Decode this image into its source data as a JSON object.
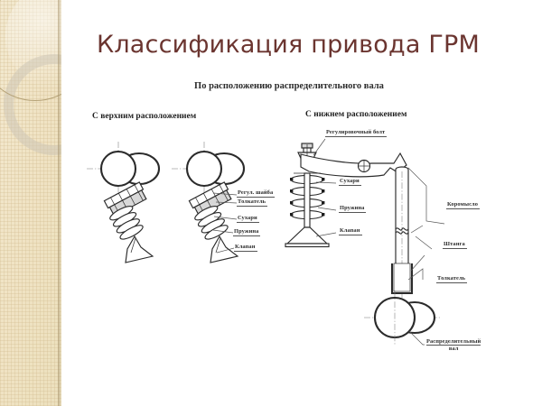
{
  "slide": {
    "title": "Классификация привода ГРМ",
    "subtitle": "По расположению распределительного вала",
    "background_color": "#ffffff",
    "title_color": "#6b3530",
    "sidebar_color": "#f0e3c4"
  },
  "sections": {
    "left": {
      "heading": "С верхним расположением",
      "labels": [
        {
          "text": "Регул. шайба"
        },
        {
          "text": "Толкатель"
        },
        {
          "text": "Сухари"
        },
        {
          "text": "Пружина"
        },
        {
          "text": "Клапан"
        }
      ]
    },
    "right": {
      "heading": "С нижнем расположением",
      "labels": [
        {
          "text": "Регулировочный болт"
        },
        {
          "text": "Сухари"
        },
        {
          "text": "Пружина"
        },
        {
          "text": "Клапан"
        },
        {
          "text": "Коромысло"
        },
        {
          "text": "Штанга"
        },
        {
          "text": "Толкатель"
        },
        {
          "text_line1": "Распределительный",
          "text_line2": "вал"
        }
      ]
    }
  },
  "icons": {
    "deco_ring_large": "circle-outline-icon",
    "deco_ring_thick": "ring-icon"
  }
}
